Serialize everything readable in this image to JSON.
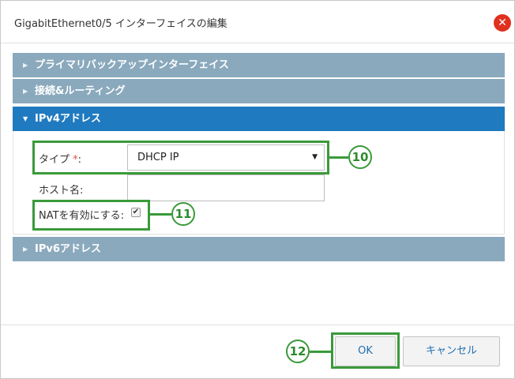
{
  "dialog": {
    "title": "GigabitEthernet0/5 インターフェイスの編集",
    "close_symbol": "✕"
  },
  "sections": [
    {
      "label": "プライマリバックアップインターフェイス",
      "expanded": false
    },
    {
      "label": "接続&ルーティング",
      "expanded": false
    },
    {
      "label": "IPv4アドレス",
      "expanded": true
    },
    {
      "label": "IPv6アドレス",
      "expanded": false
    }
  ],
  "ipv4": {
    "type_label": "タイプ",
    "type_required_mark": "*",
    "type_colon": ":",
    "type_value": "DHCP IP",
    "host_label": "ホスト名:",
    "host_value": "",
    "nat_label": "NATを有効にする:",
    "nat_checked": true
  },
  "callouts": [
    "10",
    "11",
    "12"
  ],
  "footer": {
    "ok_label": "OK",
    "cancel_label": "キャンセル"
  },
  "colors": {
    "section_header": "#8aa9bd",
    "section_header_active": "#1f7ac0",
    "highlight": "#3a9a3a",
    "close": "#e0301e",
    "button_text": "#1f6fb2"
  }
}
